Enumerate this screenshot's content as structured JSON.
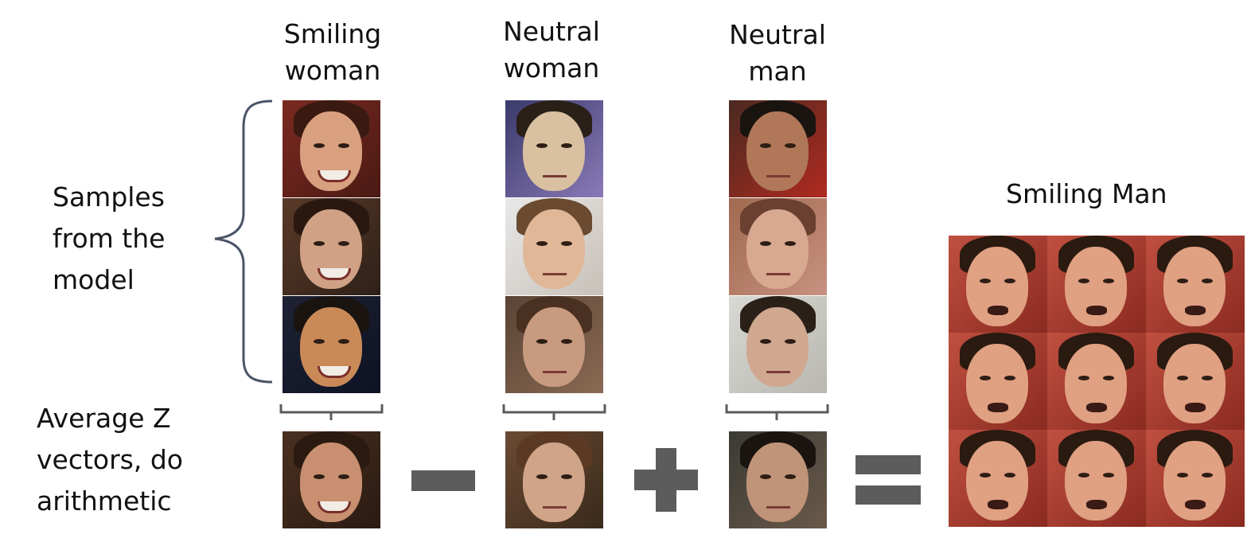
{
  "headers": {
    "col1": [
      "Smiling",
      "woman"
    ],
    "col2": [
      "Neutral",
      "woman"
    ],
    "col3": [
      "Neutral",
      "man"
    ],
    "result": "Smiling Man"
  },
  "side_labels": {
    "samples": [
      "Samples",
      "from the",
      "model"
    ],
    "average": [
      "Average Z",
      "vectors, do",
      "arithmetic"
    ]
  },
  "operators": [
    "minus",
    "plus",
    "equals"
  ],
  "colors": {
    "operator": "#5c5c5c",
    "brace": "#4a5566"
  }
}
